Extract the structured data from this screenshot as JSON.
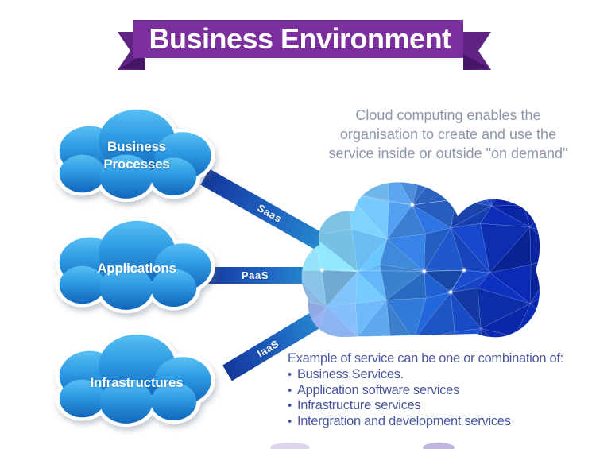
{
  "banner": {
    "title": "Business Environment"
  },
  "intro": {
    "lines": [
      "Cloud computing enables the",
      "organisation to create and use the",
      "service inside or outside \"on demand\""
    ]
  },
  "clouds": [
    {
      "id": "business-processes",
      "lines": [
        "Business",
        "Processes"
      ]
    },
    {
      "id": "applications",
      "lines": [
        "Applications"
      ]
    },
    {
      "id": "infrastructures",
      "lines": [
        "Infrastructures"
      ]
    }
  ],
  "connectors": [
    {
      "label": "Saas"
    },
    {
      "label": "PaaS"
    },
    {
      "label": "IaaS"
    }
  ],
  "services": {
    "heading": "Example of service can be one or combination of:",
    "bullet": "•",
    "items": [
      "Business Services.",
      "Application software services",
      "Infrastructure services",
      "Intergration and development services"
    ]
  },
  "colors": {
    "banner": "#7b2f9e",
    "banner_dark": "#5e2383",
    "banner_fold": "#471566",
    "cloud_gradient_top": "#58c0f3",
    "cloud_gradient_mid": "#2f9ce4",
    "cloud_gradient_bottom": "#1166bb",
    "connector_start": "#14379b",
    "connector_end": "#2ba2d8",
    "intro_text": "#8b95ab",
    "services_text": "#4a57a0",
    "poly": {
      "light": "#9ae8fa",
      "top": "#c9f2fc",
      "mid": "#2f86de",
      "dark": "#0a26a4",
      "purple": "#8e83d6"
    }
  }
}
